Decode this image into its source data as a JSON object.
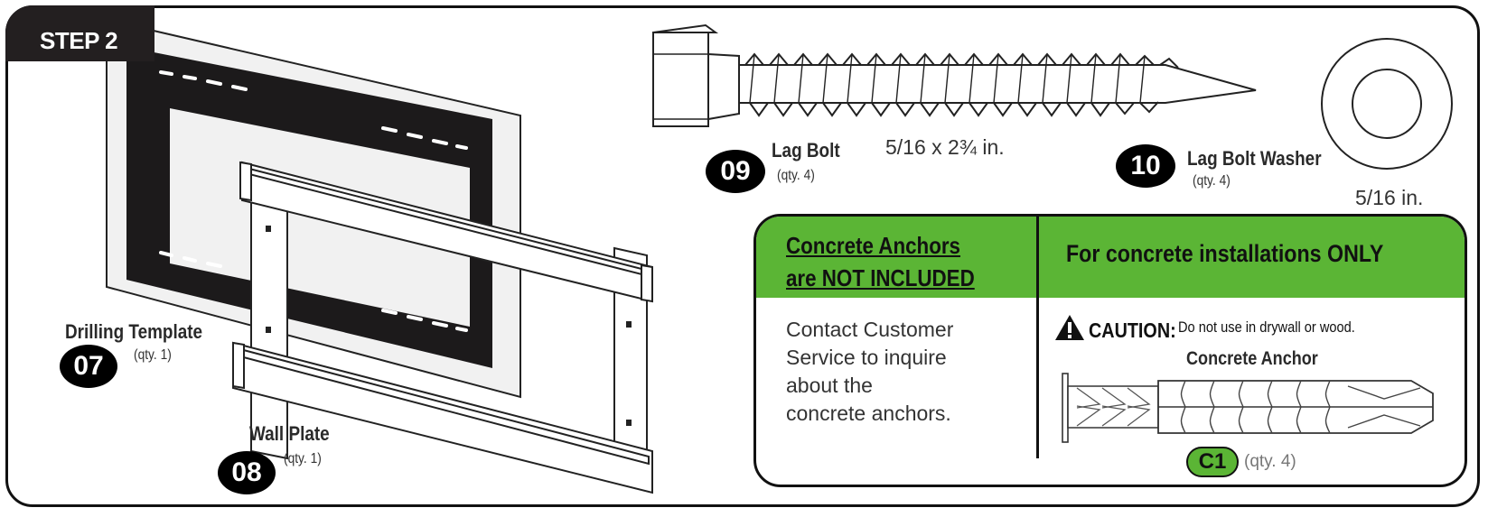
{
  "step": {
    "label": "STEP 2"
  },
  "parts": [
    {
      "number": "07",
      "name": "Drilling Template",
      "qty": "(qty. 1)"
    },
    {
      "number": "08",
      "name": "Wall Plate",
      "qty": "(qty. 1)"
    },
    {
      "number": "09",
      "name": "Lag Bolt",
      "qty": "(qty. 4)",
      "size": "5/16 x 2¾ in."
    },
    {
      "number": "10",
      "name": "Lag Bolt Washer",
      "qty": "(qty. 4)",
      "size": "5/16 in."
    }
  ],
  "notice": {
    "heading_line1": "Concrete Anchors",
    "heading_line2": "are NOT INCLUDED",
    "body_lines": [
      "Contact Customer",
      "Service to inquire",
      "about the",
      "concrete anchors."
    ],
    "right_heading": "For concrete installations ONLY",
    "caution_label": "CAUTION:",
    "caution_text": "Do not use in drywall or wood.",
    "anchor_title": "Concrete Anchor",
    "anchor_code": "C1",
    "anchor_qty": "(qty. 4)"
  },
  "colors": {
    "accent_green": "#5bb535",
    "ink": "#231f20",
    "template_fill": "#f1f1f1"
  },
  "icons": [
    "warning-triangle-icon"
  ]
}
